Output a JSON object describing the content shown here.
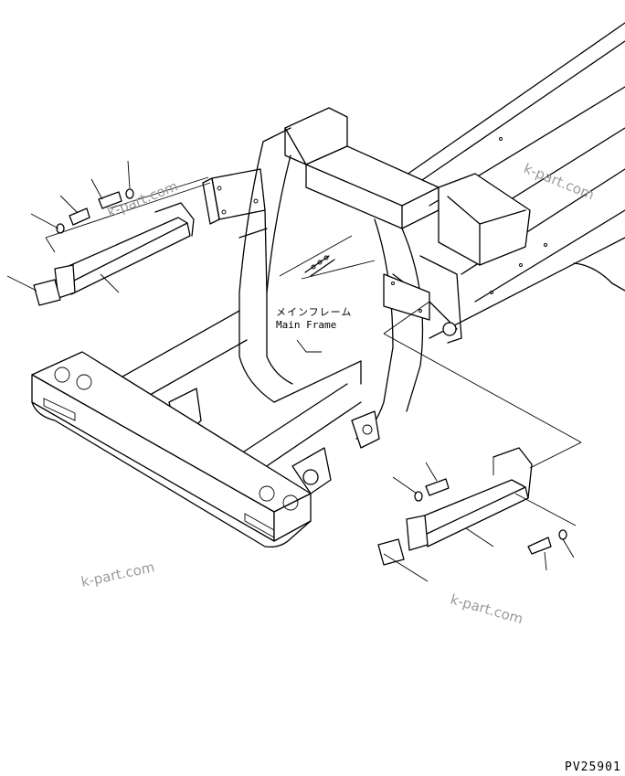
{
  "labels": {
    "part_name_jp": "メインフレーム",
    "part_name_en": "Main Frame",
    "drawing_code": "PV25901"
  },
  "watermark": {
    "text": "k-part.com",
    "color": "#9a9a9a"
  },
  "colors": {
    "line": "#000000",
    "background": "#ffffff"
  }
}
